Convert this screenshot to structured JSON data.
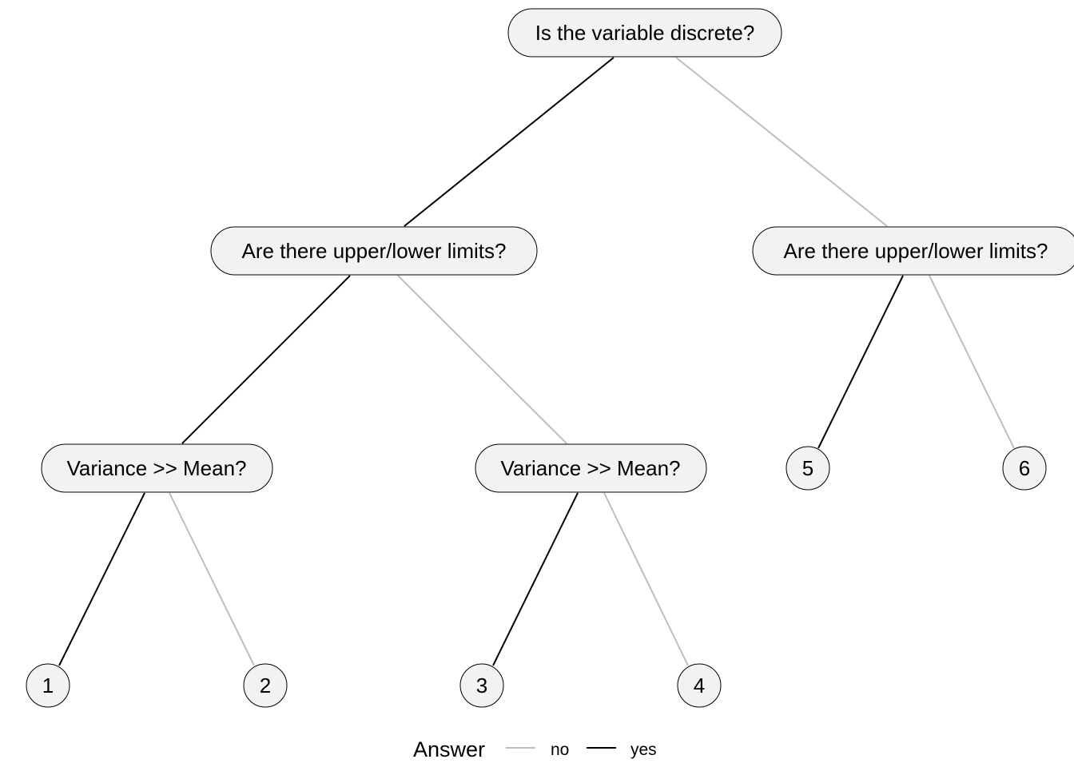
{
  "colors": {
    "yes_edge": "#000000",
    "no_edge": "#bebebe",
    "node_fill": "#f2f2f2",
    "node_stroke": "#000000",
    "background": "#ffffff"
  },
  "nodes": [
    {
      "id": "root",
      "label": "Is the variable discrete?"
    },
    {
      "id": "q2a",
      "label": "Are there upper/lower limits?"
    },
    {
      "id": "q2b",
      "label": "Are there upper/lower limits?"
    },
    {
      "id": "q3a",
      "label": "Variance >> Mean?"
    },
    {
      "id": "q3b",
      "label": "Variance >> Mean?"
    },
    {
      "id": "leaf1",
      "label": "1"
    },
    {
      "id": "leaf2",
      "label": "2"
    },
    {
      "id": "leaf3",
      "label": "3"
    },
    {
      "id": "leaf4",
      "label": "4"
    },
    {
      "id": "leaf5",
      "label": "5"
    },
    {
      "id": "leaf6",
      "label": "6"
    }
  ],
  "edges": [
    {
      "from": "root",
      "to": "q2a",
      "answer": "yes"
    },
    {
      "from": "root",
      "to": "q2b",
      "answer": "no"
    },
    {
      "from": "q2a",
      "to": "q3a",
      "answer": "yes"
    },
    {
      "from": "q2a",
      "to": "q3b",
      "answer": "no"
    },
    {
      "from": "q2b",
      "to": "leaf5",
      "answer": "yes"
    },
    {
      "from": "q2b",
      "to": "leaf6",
      "answer": "no"
    },
    {
      "from": "q3a",
      "to": "leaf1",
      "answer": "yes"
    },
    {
      "from": "q3a",
      "to": "leaf2",
      "answer": "no"
    },
    {
      "from": "q3b",
      "to": "leaf3",
      "answer": "yes"
    },
    {
      "from": "q3b",
      "to": "leaf4",
      "answer": "no"
    }
  ],
  "legend": {
    "title": "Answer",
    "no_label": "no",
    "yes_label": "yes"
  }
}
